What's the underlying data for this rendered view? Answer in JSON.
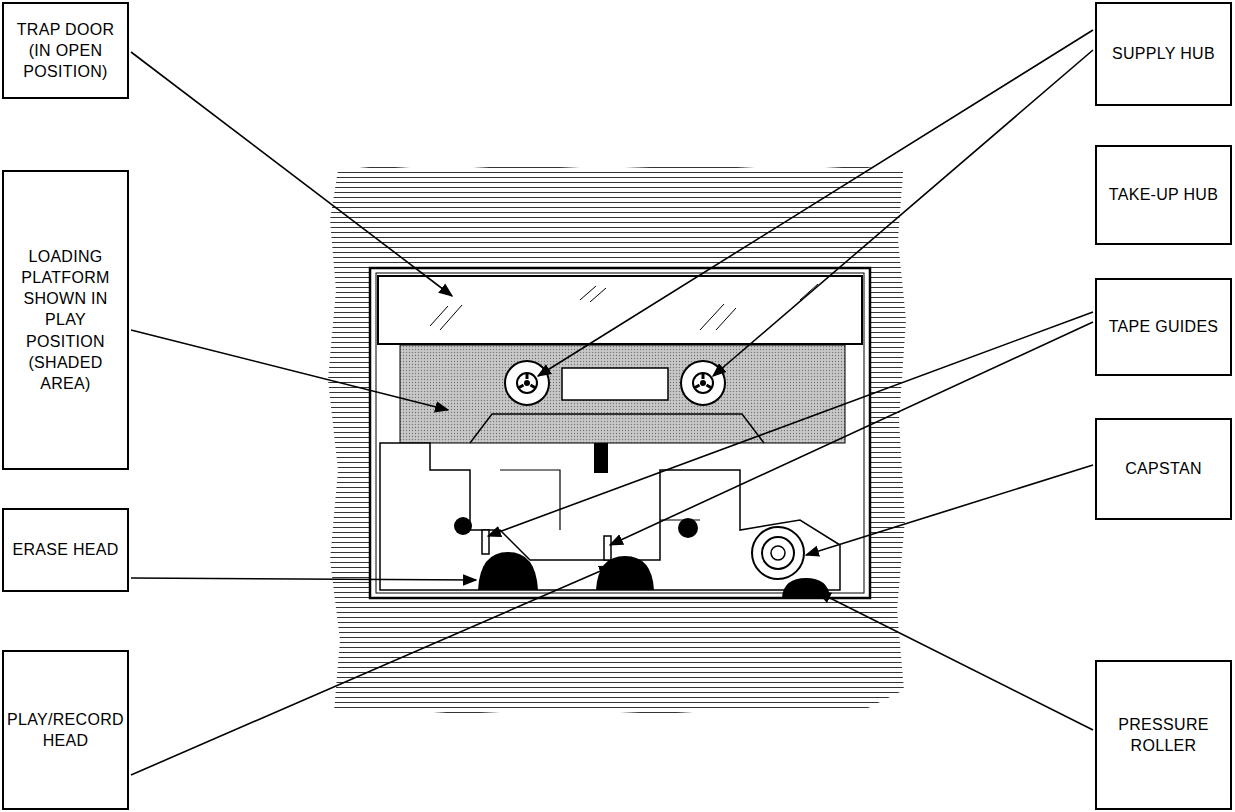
{
  "diagram": {
    "nodes": [
      {
        "text": [
          "TRAP DOOR (IN OPEN POSITION)"
        ]
      },
      {
        "text": [
          "SUPPLY HUB"
        ]
      },
      {
        "text": [
          "TAKE-UP HUB"
        ]
      },
      {
        "text": [
          "LOADING PLATFORM SHOWN IN PLAY POSITION (SHADED AREA)"
        ]
      },
      {
        "text": [
          "TAPE GUIDES"
        ]
      },
      {
        "text": [
          "CAPSTAN"
        ]
      },
      {
        "text": [
          "ERASE HEAD"
        ]
      },
      {
        "text": [
          "PLAY/RECORD HEAD"
        ]
      },
      {
        "text": [
          "PRESSURE ROLLER"
        ]
      }
    ]
  }
}
